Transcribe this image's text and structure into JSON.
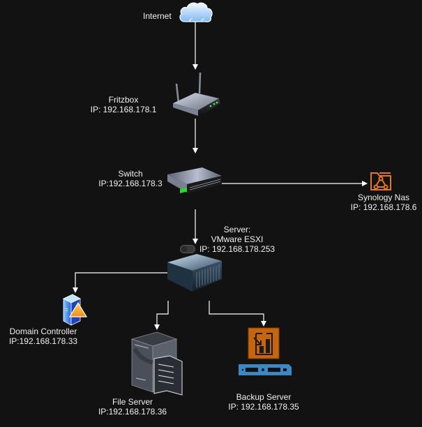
{
  "diagram": {
    "nodes": [
      {
        "id": "internet",
        "icon": "cloud-icon",
        "lines": [
          "Internet"
        ]
      },
      {
        "id": "fritzbox",
        "icon": "router-icon",
        "lines": [
          "Fritzbox",
          "IP: 192.168.178.1"
        ]
      },
      {
        "id": "switch",
        "icon": "network-switch-icon",
        "lines": [
          "Switch",
          "IP:192.168.178.3"
        ]
      },
      {
        "id": "synology",
        "icon": "nas-folder-icon",
        "lines": [
          "Synology Nas",
          "IP: 192.168.178.6"
        ]
      },
      {
        "id": "esxi",
        "icon": "server-rack-icon",
        "lines": [
          "Server:",
          "VMware ESXI",
          "IP: 192.168.178.253"
        ]
      },
      {
        "id": "dc",
        "icon": "domain-controller-icon",
        "lines": [
          "Domain Controller",
          "IP:192.168.178.33"
        ]
      },
      {
        "id": "fileserver",
        "icon": "file-server-icon",
        "lines": [
          "File Server",
          "IP:192.168.178.36"
        ]
      },
      {
        "id": "backup",
        "icon": "backup-server-icon",
        "lines": [
          "Backup Server",
          "IP: 192.168.178.35"
        ]
      }
    ],
    "edges": [
      {
        "from": "internet",
        "to": "fritzbox"
      },
      {
        "from": "fritzbox",
        "to": "switch"
      },
      {
        "from": "switch",
        "to": "synology"
      },
      {
        "from": "switch",
        "to": "esxi"
      },
      {
        "from": "esxi",
        "to": "dc"
      },
      {
        "from": "esxi",
        "to": "fileserver"
      },
      {
        "from": "esxi",
        "to": "backup"
      }
    ],
    "colors": {
      "background": "#121212",
      "wire": "#ffffff",
      "nas_orange": "#e8761f",
      "backup_orange": "#c7650f",
      "backup_blue": "#3d87c4"
    }
  }
}
